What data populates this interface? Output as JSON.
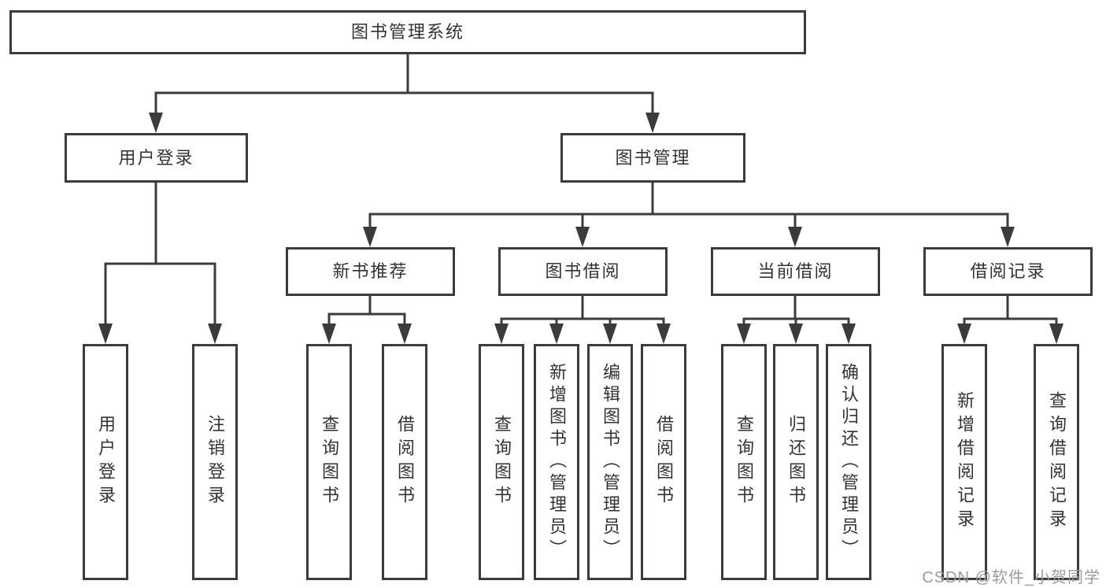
{
  "colors": {
    "line": "#3b3b3b",
    "box_border": "#3b3b3b",
    "text": "#333333",
    "background": "#ffffff",
    "watermark": "#9b9b9b"
  },
  "watermark": {
    "text": "CSDN @软件_小贺同学"
  },
  "tree": {
    "label": "图书管理系统",
    "children": [
      {
        "label": "用户登录",
        "children": [
          {
            "label": "用户登录"
          },
          {
            "label": "注销登录"
          }
        ]
      },
      {
        "label": "图书管理",
        "children": [
          {
            "label": "新书推荐",
            "children": [
              {
                "label": "查询图书"
              },
              {
                "label": "借阅图书"
              }
            ]
          },
          {
            "label": "图书借阅",
            "children": [
              {
                "label": "查询图书"
              },
              {
                "label": "新增图书（管理员）"
              },
              {
                "label": "编辑图书（管理员）"
              },
              {
                "label": "借阅图书"
              }
            ]
          },
          {
            "label": "当前借阅",
            "children": [
              {
                "label": "查询图书"
              },
              {
                "label": "归还图书"
              },
              {
                "label": "确认归还（管理员）"
              }
            ]
          },
          {
            "label": "借阅记录",
            "children": [
              {
                "label": "新增借阅记录"
              },
              {
                "label": "查询借阅记录"
              }
            ]
          }
        ]
      }
    ]
  }
}
